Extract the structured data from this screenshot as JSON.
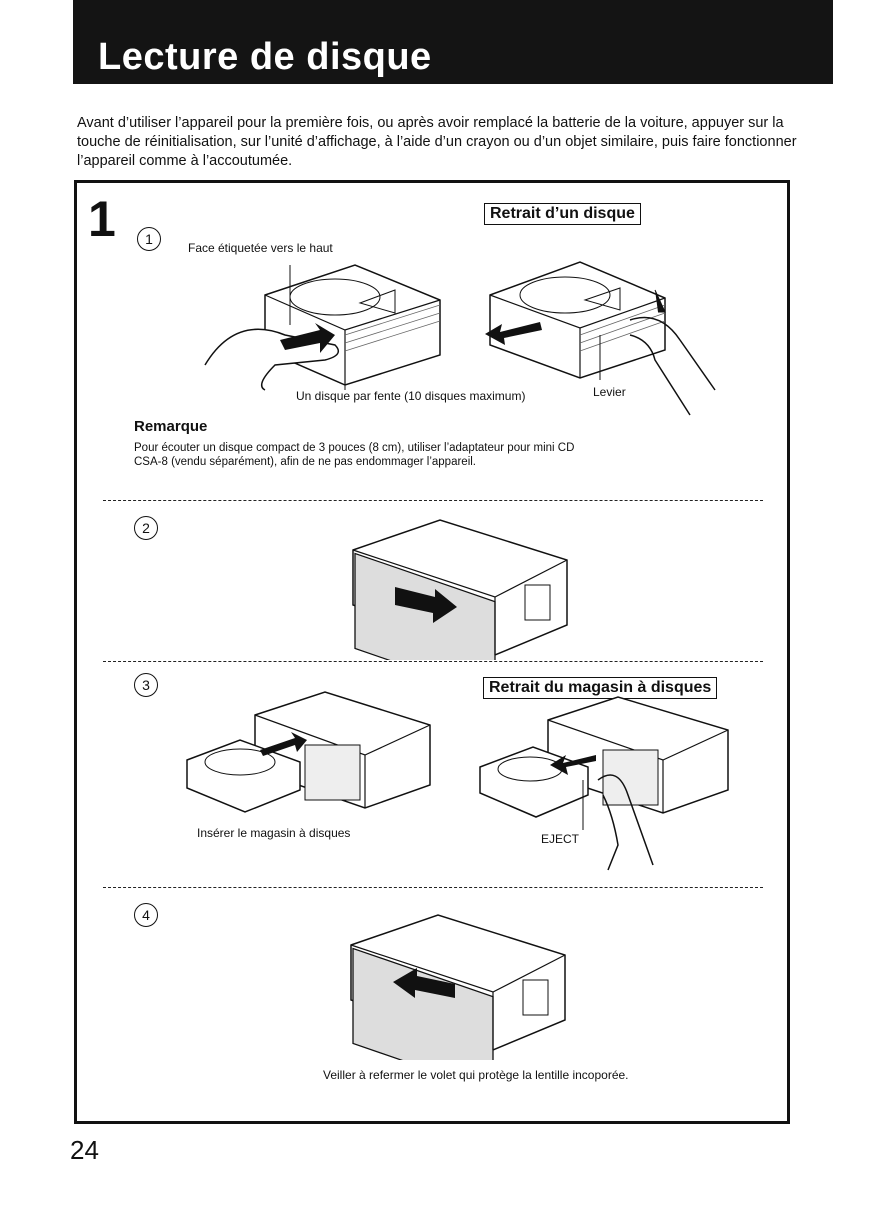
{
  "header": {
    "title": "Lecture de disque"
  },
  "intro": {
    "text": "Avant d’utiliser l’appareil pour la première fois, ou après avoir remplacé la batterie de la voiture, appuyer sur la touche de réinitialisation, sur l’unité d’affichage, à l’aide d’un crayon ou d’un objet similaire, puis faire fonctionner l’appareil comme à l’accoutumée."
  },
  "step1": {
    "number": "1",
    "sub_number": "1",
    "face_label": "Face étiquetée vers le haut",
    "retrait_disque": "Retrait d’un disque",
    "slot_label": "Un disque par fente (10 disques maximum)",
    "levier_label": "Levier"
  },
  "remarque": {
    "title": "Remarque",
    "body": "Pour écouter un disque compact de 3 pouces (8 cm), utiliser l’adaptateur pour mini CD CSA-8 (vendu séparément), afin de ne pas endommager l’appareil."
  },
  "step2": {
    "sub_number": "2"
  },
  "step3": {
    "sub_number": "3",
    "retrait_magasin": "Retrait du magasin à disques",
    "insert_label": "Insérer le magasin à disques",
    "eject_label": "EJECT"
  },
  "step4": {
    "sub_number": "4",
    "note": "Veiller à refermer le volet qui protège la lentille incoporée."
  },
  "footer": {
    "page_number": "24"
  }
}
